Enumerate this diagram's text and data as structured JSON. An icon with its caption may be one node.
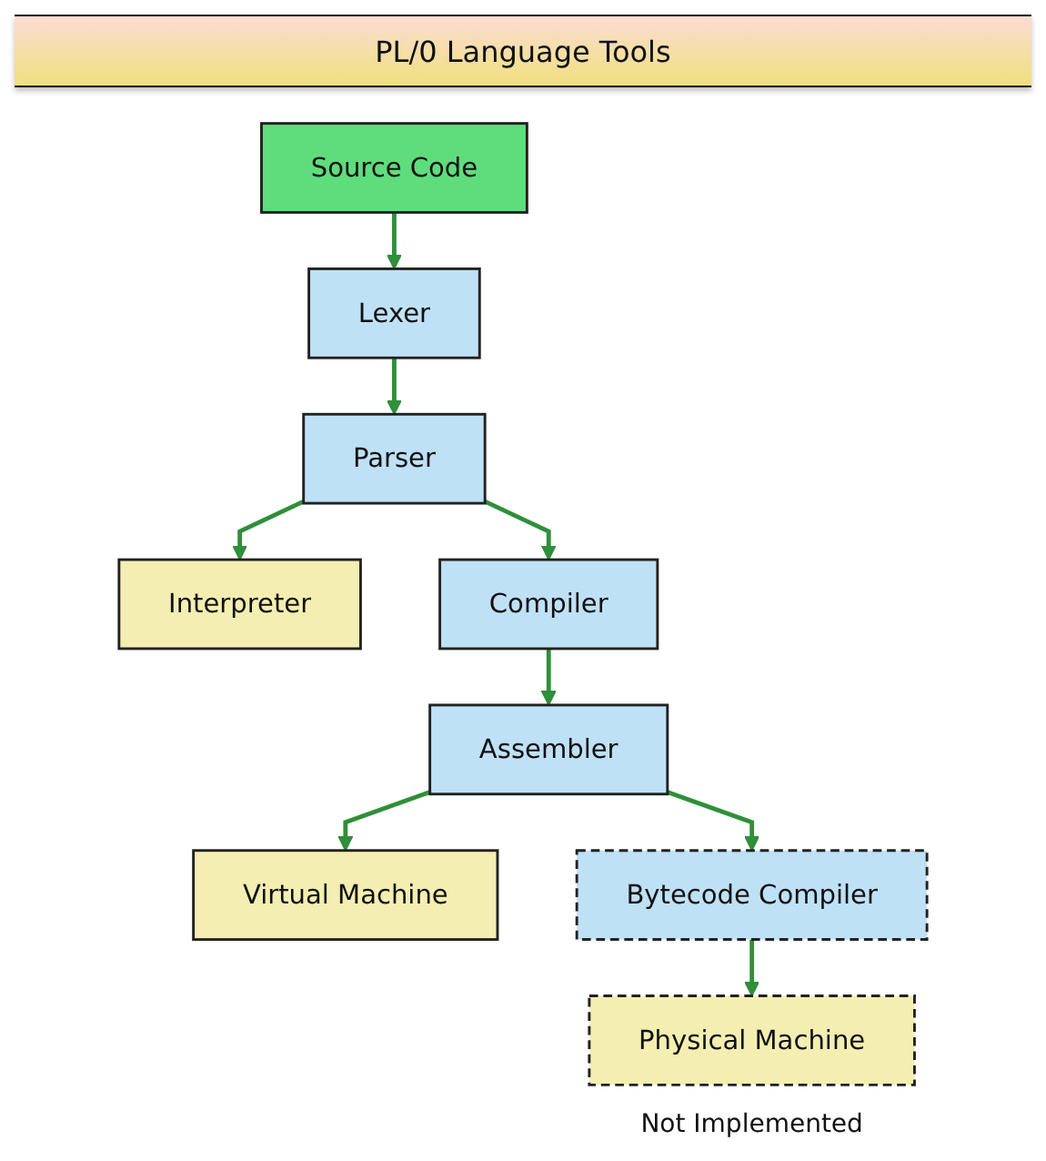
{
  "diagram": {
    "title": "PL/0 Language Tools",
    "nodes": [
      {
        "text": [
          "Source Code"
        ]
      },
      {
        "text": [
          "Lexer"
        ]
      },
      {
        "text": [
          "Parser"
        ]
      },
      {
        "text": [
          "Interpreter"
        ]
      },
      {
        "text": [
          "Compiler"
        ]
      },
      {
        "text": [
          "Assembler"
        ]
      },
      {
        "text": [
          "Virtual Machine"
        ]
      },
      {
        "text": [
          "Bytecode Compiler"
        ]
      },
      {
        "text": [
          "Physical Machine"
        ]
      }
    ],
    "edges": [
      {
        "from": 0,
        "to": 1,
        "arrow": "to"
      },
      {
        "from": 1,
        "to": 2,
        "arrow": "to"
      },
      {
        "from": 2,
        "to": 3,
        "arrow": "to"
      },
      {
        "from": 2,
        "to": 4,
        "arrow": "to"
      },
      {
        "from": 4,
        "to": 5,
        "arrow": "to"
      },
      {
        "from": 5,
        "to": 6,
        "arrow": "to"
      },
      {
        "from": 5,
        "to": 7,
        "arrow": "to"
      },
      {
        "from": 7,
        "to": 8,
        "arrow": "to"
      }
    ],
    "labels": [
      "Not Implemented"
    ]
  }
}
